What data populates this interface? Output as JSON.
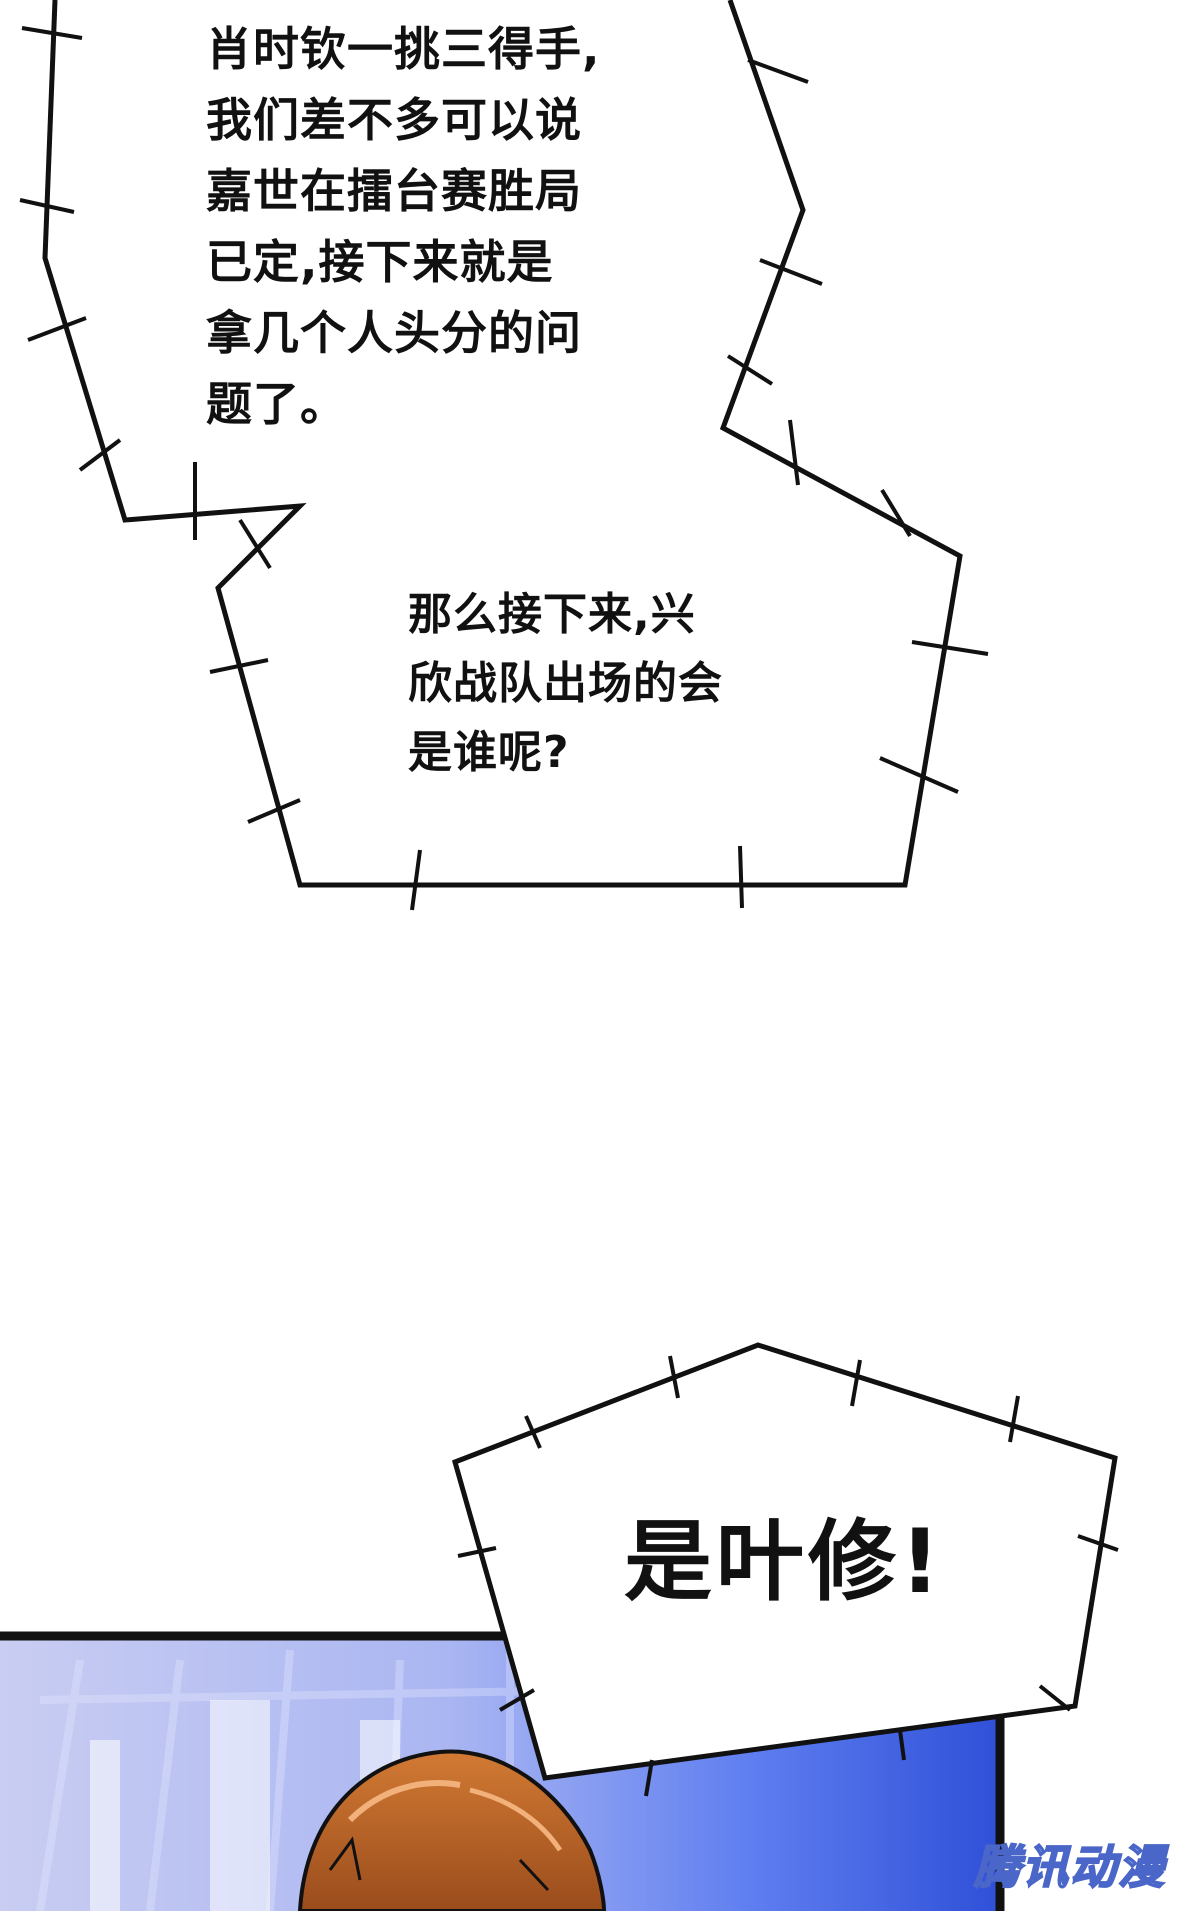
{
  "bubbles": [
    {
      "lines": [
        "肖时钦一挑三得手,",
        "我们差不多可以说",
        "嘉世在擂台赛胜局",
        "已定,接下来就是",
        "拿几个人头分的问",
        "题了。"
      ]
    },
    {
      "lines": [
        "那么接下来,兴",
        "欣战队出场的会",
        "是谁呢?"
      ]
    },
    {
      "lines": [
        "是叶修!"
      ]
    }
  ],
  "watermark": "腾讯动漫",
  "colors": {
    "background": "#ffffff",
    "outline": "#111111",
    "panel_blue_light": "#c9cdf2",
    "panel_blue_mid": "#6f86f0",
    "panel_blue_dark": "#2f50d8",
    "hair_brown": "#b8632a"
  }
}
